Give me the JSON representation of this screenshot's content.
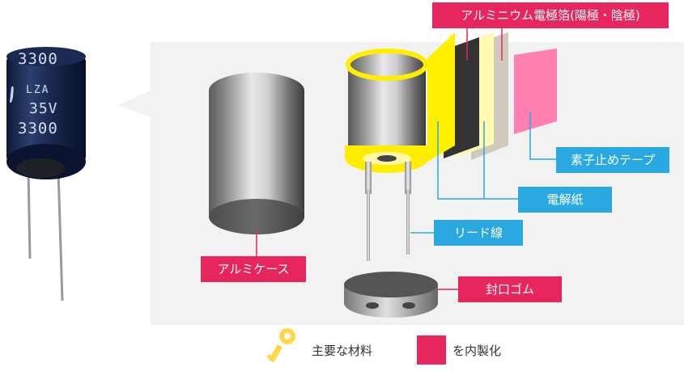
{
  "colors": {
    "pink": "#e8265e",
    "blue": "#2aa8e0",
    "highlight": "#ffee00",
    "panel": "#f2f2f2"
  },
  "capacitor_print": {
    "capacitance_top": "3300",
    "capacitance_bottom": "3300",
    "series": "LZA",
    "voltage": "35V"
  },
  "labels": {
    "aluminum_foil": "アルミニウム電極箔(陽極・陰極)",
    "element_tape": "素子止めテープ",
    "separator_paper": "電解紙",
    "lead_wire": "リード線",
    "aluminum_case": "アルミケース",
    "sealing_rubber": "封口ゴム"
  },
  "legend": {
    "key_icon": "key-icon",
    "key_text": "主要な材料",
    "square_text": "を内製化"
  }
}
